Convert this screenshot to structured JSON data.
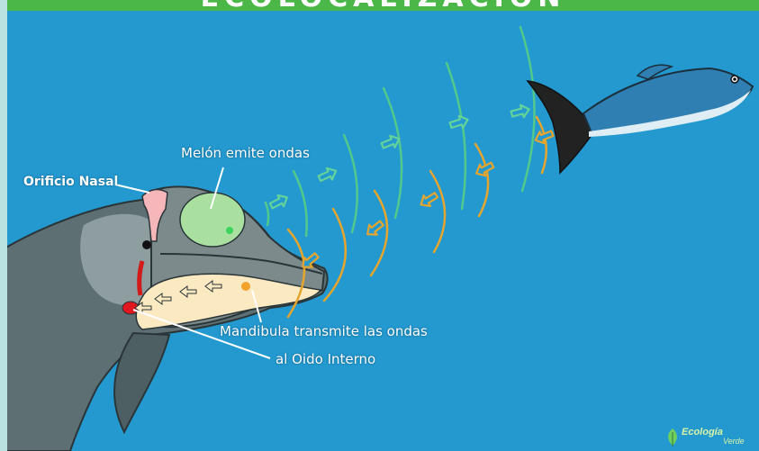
{
  "title": "ECOLOCALIZACIÓN",
  "labels": {
    "orificio_nasal": "Orificio Nasal",
    "melon": "Melón emite ondas",
    "mandibula_line1": "Mandibula transmite las ondas",
    "mandibula_line2": "al Oido Interno"
  },
  "logo": {
    "word1": "Ecología",
    "word2": "Verde"
  },
  "colors": {
    "water": "#2399cf",
    "title_bar": "#4cb749",
    "outgoing_waves": "#52c98c",
    "returning_waves": "#e3a52f",
    "dolphin": "#5d6f73",
    "melon": "#a9e0a0",
    "jaw": "#fbe9c2"
  }
}
